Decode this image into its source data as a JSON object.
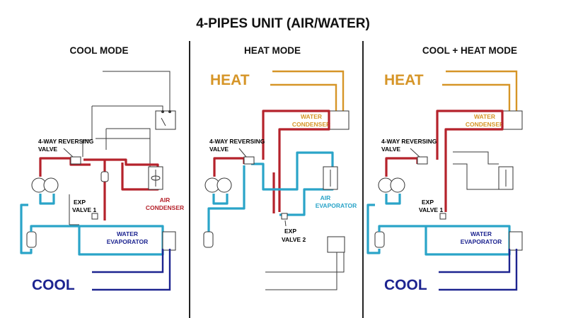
{
  "title": "4-PIPES UNIT (AIR/WATER)",
  "colors": {
    "hot_gas": "#b5222b",
    "water_loop": "#2aa4c8",
    "heat": "#d69527",
    "cool": "#1d2490",
    "wiring": "#3a3a3a"
  },
  "panels": {
    "cool": {
      "mode": "COOL MODE",
      "reversing_valve": [
        "4-WAY REVERSING",
        "VALVE"
      ],
      "exp_valve": [
        "EXP",
        "VALVE 1"
      ],
      "air_hx": [
        "AIR",
        "CONDENSER"
      ],
      "water_hx": [
        "WATER",
        "EVAPORATOR"
      ],
      "cool_label": "COOL"
    },
    "heat": {
      "mode": "HEAT MODE",
      "heat_label": "HEAT",
      "reversing_valve": [
        "4-WAY REVERSING",
        "VALVE"
      ],
      "water_hx": [
        "WATER",
        "CONDENSER"
      ],
      "air_hx": [
        "AIR",
        "EVAPORATOR"
      ],
      "exp_valve": [
        "EXP",
        "VALVE 2"
      ]
    },
    "both": {
      "mode": "COOL + HEAT MODE",
      "heat_label": "HEAT",
      "reversing_valve": [
        "4-WAY REVERSING",
        "VALVE"
      ],
      "water_cond": [
        "WATER",
        "CONDENSER"
      ],
      "exp_valve": [
        "EXP",
        "VALVE 1"
      ],
      "water_evap": [
        "WATER",
        "EVAPORATOR"
      ],
      "cool_label": "COOL"
    }
  }
}
